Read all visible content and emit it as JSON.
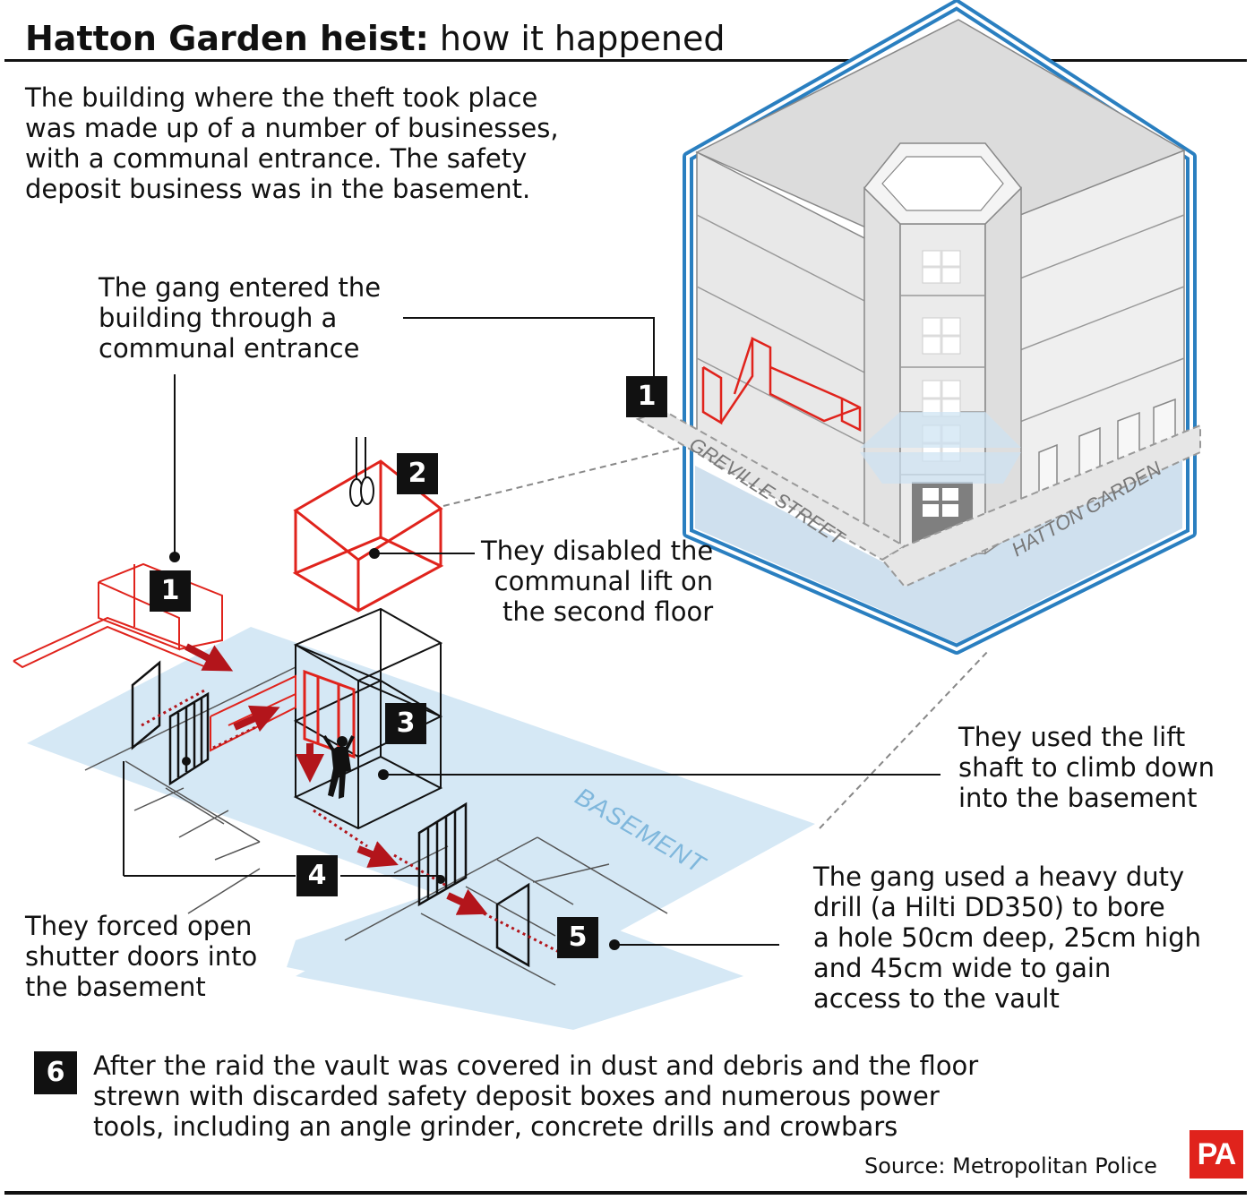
{
  "header": {
    "title_bold": "Hatton Garden heist:",
    "title_rest": " how it happened"
  },
  "intro": "The building where the theft took place\nwas made up of a number of businesses,\nwith a communal entrance. The safety\ndeposit business was in the basement.",
  "steps": [
    {
      "number": "1",
      "text": "The gang entered the\nbuilding through a\ncommunal entrance"
    },
    {
      "number": "2",
      "text": "They disabled the\ncommunal lift on\nthe second floor"
    },
    {
      "number": "3",
      "text": "They used the lift\nshaft to climb down\ninto the basement"
    },
    {
      "number": "4",
      "text": "They forced open\nshutter doors into\nthe basement"
    },
    {
      "number": "5",
      "text": "The gang used a heavy duty\ndrill (a Hilti DD350) to bore\na hole 50cm deep, 25cm high\nand 45cm wide to gain\naccess to the vault"
    },
    {
      "number": "6",
      "text": "After the raid the vault was covered in dust and debris and the floor\nstrewn with discarded safety deposit boxes and numerous power\ntools, including an angle grinder, concrete drills and crowbars"
    }
  ],
  "labels": {
    "street_1": "GREVILLE STREET",
    "street_2": "HATTON GARDEN",
    "basement": "BASEMENT"
  },
  "footer": {
    "source": "Source: Metropolitan Police",
    "logo": "PA"
  },
  "colors": {
    "accent_red": "#e0231c",
    "arrow_red": "#b3151b",
    "outline_blue": "#2a7fc0",
    "basement_blue": "#d5e8f5",
    "building_grey": "#e6e6e6"
  }
}
